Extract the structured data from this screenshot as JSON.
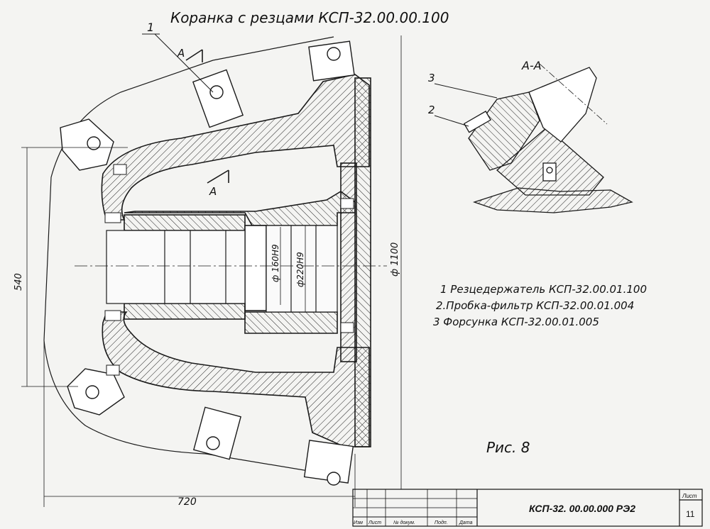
{
  "title": "Коранка с резцами КСП-32.00.00.100",
  "section_label": "А-А",
  "section_mark_top": "А",
  "section_mark_bottom": "А",
  "callouts": {
    "one": "1",
    "two": "2",
    "three": "3"
  },
  "dimensions": {
    "height": "540",
    "width": "720",
    "outer_diameter": "ф 1100",
    "bore_small": "ф 160Н9",
    "bore_large": "ф220Н9"
  },
  "legend": [
    "1 Резцедержатель КСП-32.00.01.100",
    "2.Пробка-фильтр КСП-32.00.01.004",
    "3 Форсунка КСП-32.00.01.005"
  ],
  "figure_caption": "Рис. 8",
  "title_block": {
    "designation": "КСП-32. 00.00.000 РЭ2",
    "sheet_label": "Лист",
    "sheet_number": "11",
    "columns": [
      "Изм",
      "Лист",
      "№ докум.",
      "Подп.",
      "Дата"
    ]
  },
  "colors": {
    "line": "#1a1a1a",
    "paper": "#f4f4f2"
  }
}
